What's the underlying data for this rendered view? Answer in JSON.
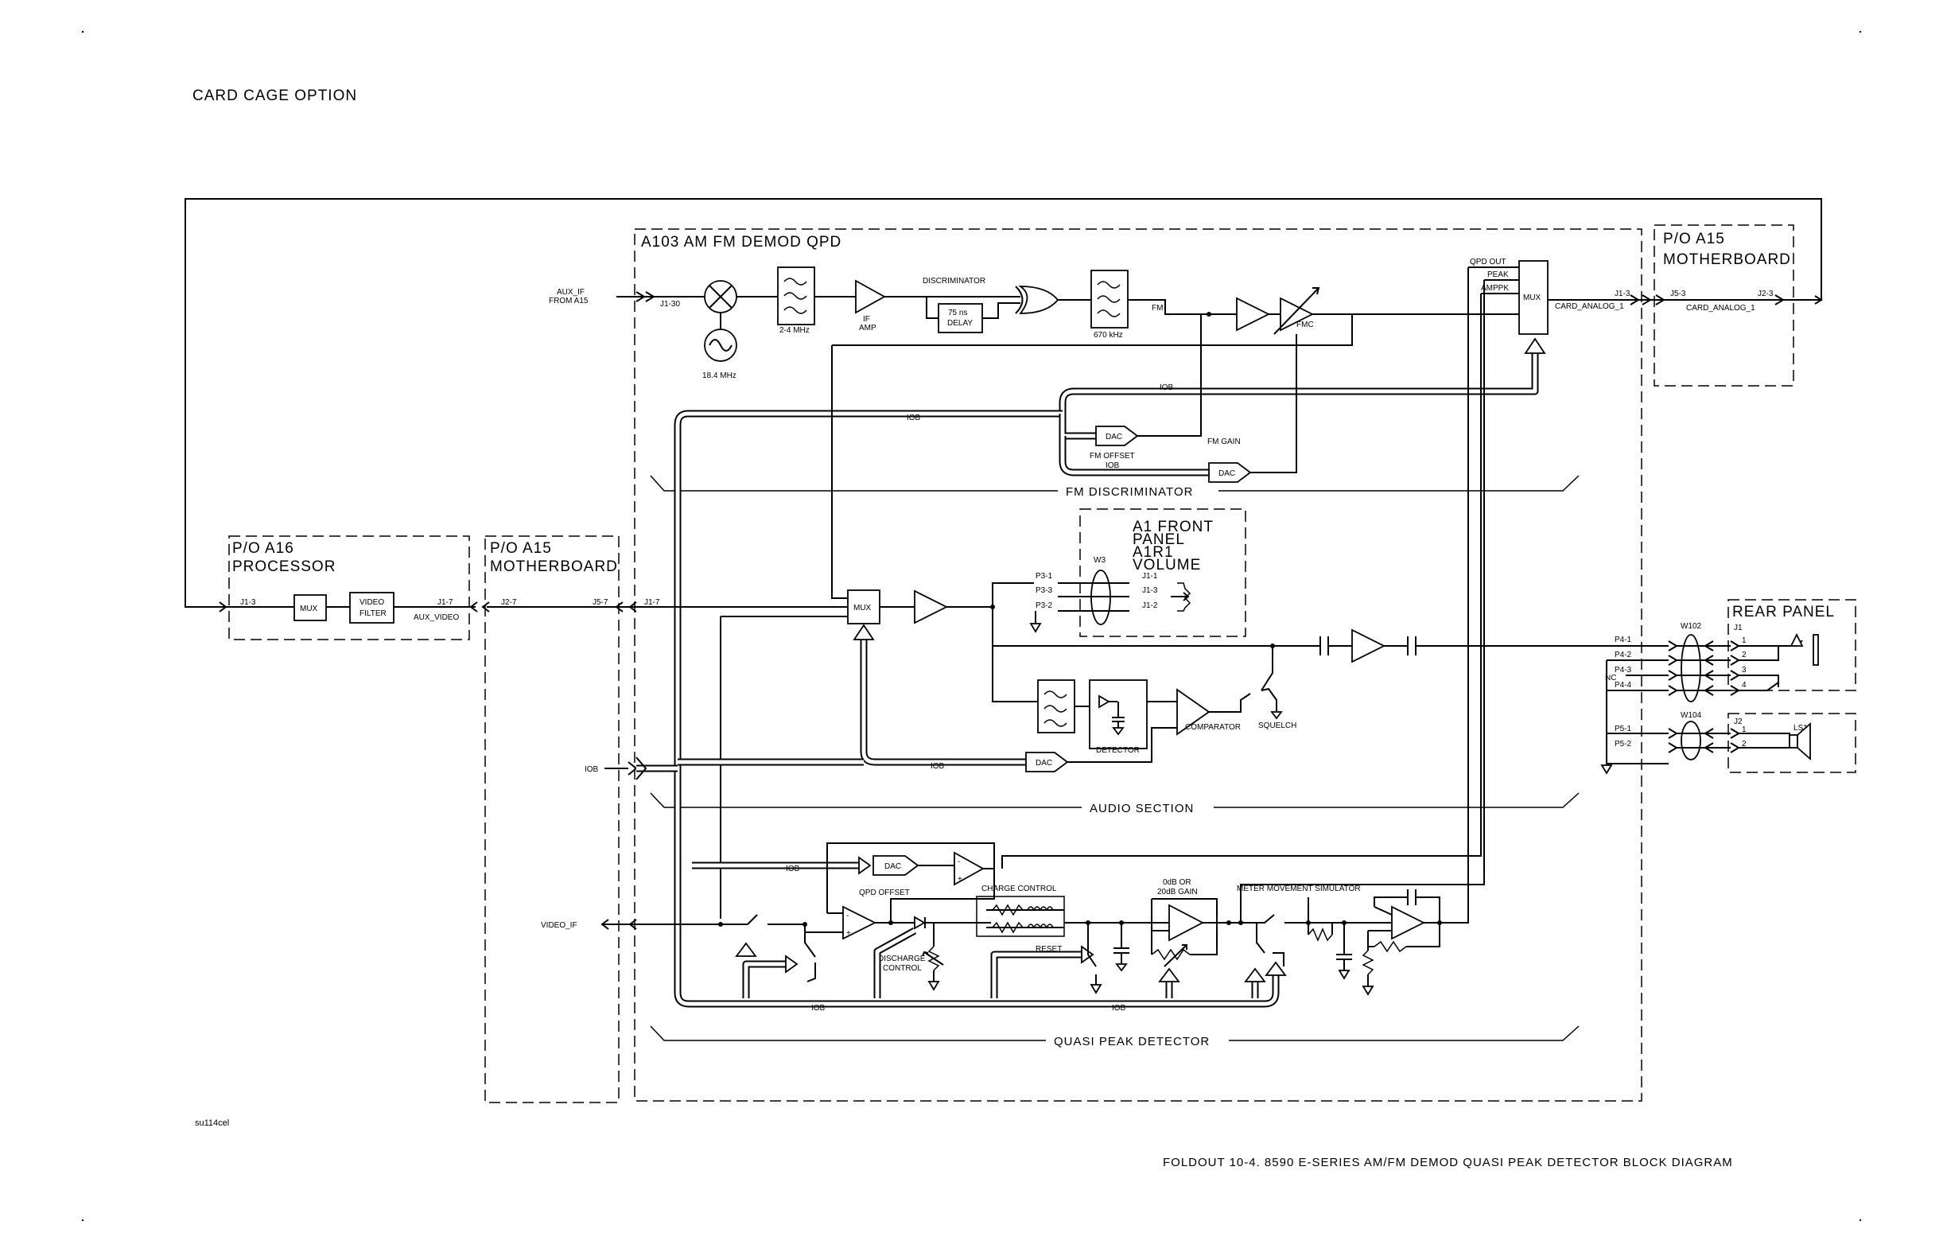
{
  "header": {
    "option_title": "CARD CAGE OPTION"
  },
  "footer": {
    "caption": "FOLDOUT 10-4.  8590 E-SERIES AM/FM DEMOD QUASI PEAK DETECTOR BLOCK DIAGRAM",
    "file_id": "su114cel"
  },
  "boxes": {
    "a103": "A103 AM FM DEMOD QPD",
    "a15_top_1": "P/O A15",
    "a15_top_2": "MOTHERBOARD",
    "a16_1": "P/O A16",
    "a16_2": "PROCESSOR",
    "a15_left_1": "P/O A15",
    "a15_left_2": "MOTHERBOARD",
    "a1_1": "A1 FRONT",
    "a1_2": "PANEL",
    "a1_3": "A1R1",
    "a1_4": "VOLUME",
    "rear_panel": "REAR PANEL"
  },
  "sections": {
    "fm_discriminator": "FM DISCRIMINATOR",
    "audio_section": "AUDIO SECTION",
    "quasi_peak_detector": "QUASI PEAK DETECTOR"
  },
  "signals": {
    "aux_if_1": "AUX_IF",
    "aux_if_2": "FROM A15",
    "video_if": "VIDEO_IF",
    "iob": "IOB",
    "card_analog_1": "CARD_ANALOG_1",
    "aux_video": "AUX_VIDEO",
    "qpd_out": "QPD OUT",
    "peak": "PEAK",
    "amppk": "AMPPK",
    "fm": "FM",
    "fmc": "FMC"
  },
  "connectors": {
    "j1_30": "J1-30",
    "j1_3": "J1-3",
    "j5_3": "J5-3",
    "j2_3": "J2-3",
    "j1_7": "J1-7",
    "j2_7": "J2-7",
    "j5_7": "J5-7",
    "p3_1": "P3-1",
    "p3_3": "P3-3",
    "p3_2": "P3-2",
    "j1_1": "J1-1",
    "j1_2": "J1-2",
    "p4_1": "P4-1",
    "p4_2": "P4-2",
    "p4_3": "P4-3",
    "p4_4": "P4-4",
    "p5_1": "P5-1",
    "p5_2": "P5-2",
    "w3": "W3",
    "w102": "W102",
    "w104": "W104",
    "j1": "J1",
    "j2": "J2",
    "ls1": "LS1",
    "nc": "NC",
    "pin1": "1",
    "pin2": "2",
    "pin3": "3",
    "pin4": "4"
  },
  "blocks": {
    "mux": "MUX",
    "video_filter_1": "VIDEO",
    "video_filter_2": "FILTER",
    "filter_2_4": "2-4 MHz",
    "osc": "18.4 MHz",
    "if_amp_1": "IF",
    "if_amp_2": "AMP",
    "discriminator": "DISCRIMINATOR",
    "delay_1": "75 ns",
    "delay_2": "DELAY",
    "filter_670": "670 kHz",
    "dac": "DAC",
    "fm_offset": "FM OFFSET",
    "fm_gain": "FM GAIN",
    "detector": "DETECTOR",
    "comparator": "COMPARATOR",
    "squelch": "SQUELCH",
    "qpd_offset": "QPD OFFSET",
    "charge_control": "CHARGE CONTROL",
    "discharge_1": "DISCHARGE",
    "discharge_2": "CONTROL",
    "reset": "RESET",
    "gain_1": "0dB OR",
    "gain_2": "20dB GAIN",
    "meter": "METER MOVEMENT SIMULATOR"
  }
}
